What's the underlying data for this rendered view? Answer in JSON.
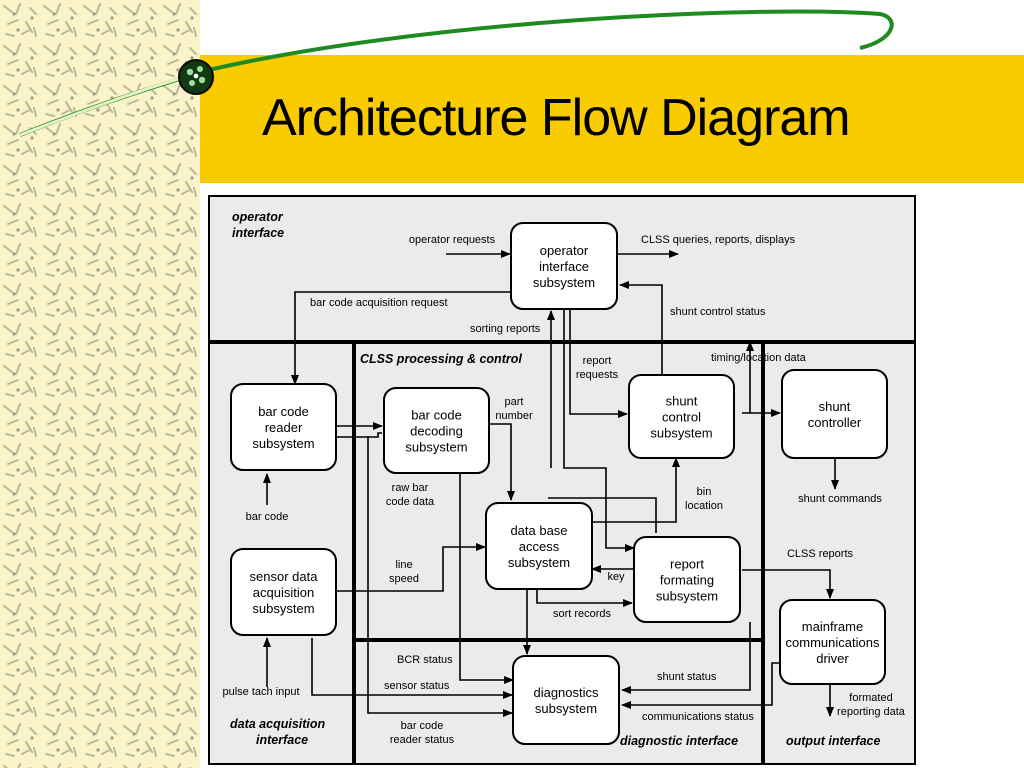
{
  "title": "Architecture Flow Diagram",
  "colors": {
    "title_band": "#f8cc00",
    "region_fill": "#ebebeb",
    "swoosh": "#1f8a1f",
    "pattern_bg": "#fbf3c8"
  },
  "regions": {
    "operator_interface": [
      "operator",
      "interface"
    ],
    "processing_control": "CLSS  processing & control",
    "data_acquisition": [
      "data acquisition",
      "interface"
    ],
    "diagnostic": "diagnostic interface",
    "output": "output interface"
  },
  "boxes": {
    "operator_interface_subsystem": [
      "operator",
      "interface",
      "subsystem"
    ],
    "bar_code_reader": [
      "bar code",
      "reader",
      "subsystem"
    ],
    "bar_code_decoding": [
      "bar code",
      "decoding",
      "subsystem"
    ],
    "shunt_control": [
      "shunt",
      "control",
      "subsystem"
    ],
    "shunt_controller": [
      "shunt",
      "controller"
    ],
    "database_access": [
      "data base",
      "access",
      "subsystem"
    ],
    "report_formatting": [
      "report",
      "formating",
      "subsystem"
    ],
    "sensor_data_acquisition": [
      "sensor data",
      "acquisition",
      "subsystem"
    ],
    "mainframe_driver": [
      "mainframe",
      "communications",
      "driver"
    ],
    "diagnostics": [
      "diagnostics",
      "subsystem"
    ]
  },
  "flows": {
    "operator_requests": "operator requests",
    "clss_queries": "CLSS queries, reports, displays",
    "bar_code_acquisition_request": "bar code acquisition request",
    "sorting_reports": "sorting reports",
    "shunt_control_status": "shunt control status",
    "timing_location_data": "timing/location data",
    "report_requests": [
      "report",
      "requests"
    ],
    "part_number": [
      "part",
      "number"
    ],
    "bar_code": "bar code",
    "raw_bar_code_data": [
      "raw bar",
      "code data"
    ],
    "bin_location": [
      "bin",
      "location"
    ],
    "shunt_commands": "shunt commands",
    "line_speed": [
      "line",
      "speed"
    ],
    "key": "key",
    "clss_reports": "CLSS reports",
    "sort_records": "sort records",
    "bcr_status": "BCR status",
    "sensor_status": "sensor status",
    "shunt_status": "shunt status",
    "pulse_tach_input": "pulse tach input",
    "formated_reporting_data": [
      "formated",
      "reporting data"
    ],
    "communications_status": "communications status",
    "bar_code_reader_status": [
      "bar code",
      "reader status"
    ]
  }
}
